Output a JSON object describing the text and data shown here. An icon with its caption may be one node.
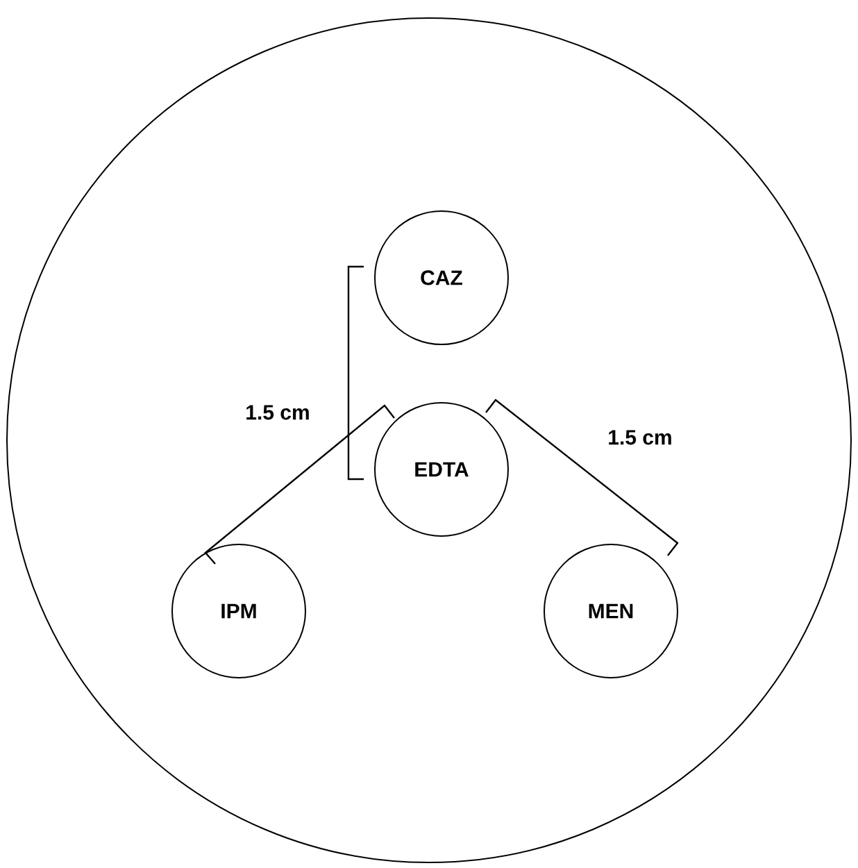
{
  "diagram": {
    "nodes": [
      {
        "text": [],
        "shape": "circle"
      },
      {
        "text": [
          "CAZ"
        ],
        "in": 0
      },
      {
        "text": [
          "EDTA"
        ],
        "in": 0
      },
      {
        "text": [
          "IPM"
        ],
        "in": 0
      },
      {
        "text": [
          "MEN"
        ],
        "in": 0
      }
    ],
    "labels": [
      "1.5 cm",
      "1.5 cm"
    ]
  }
}
